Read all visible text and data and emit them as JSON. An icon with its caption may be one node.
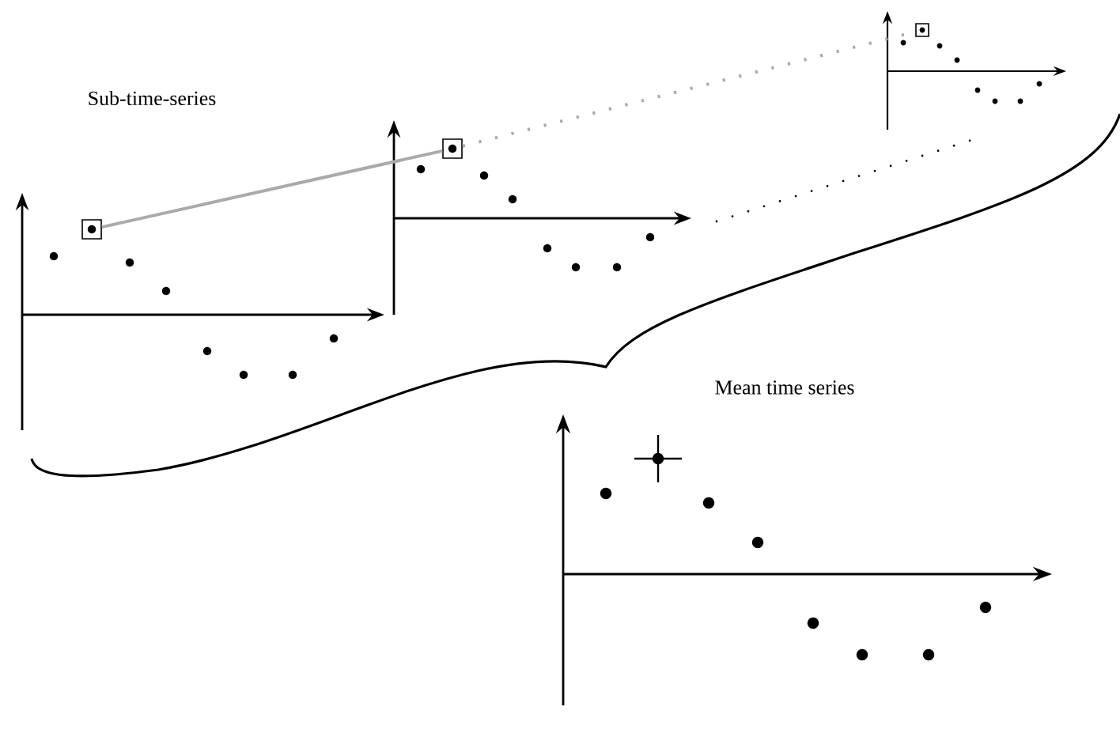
{
  "diagram": {
    "nodes": [
      {
        "text": [],
        "shape": "box"
      },
      {
        "text": [],
        "shape": "box"
      },
      {
        "text": [],
        "shape": "box"
      }
    ],
    "edges": [
      {
        "from": 0,
        "to": 1,
        "arrow": "none",
        "color": "#aaaaaa"
      },
      {
        "from": 1,
        "to": 2,
        "arrow": "none",
        "style": "dashed",
        "color": "#aaaaaa"
      }
    ],
    "labels": [
      "Sub-time-series",
      "Mean time series"
    ]
  }
}
